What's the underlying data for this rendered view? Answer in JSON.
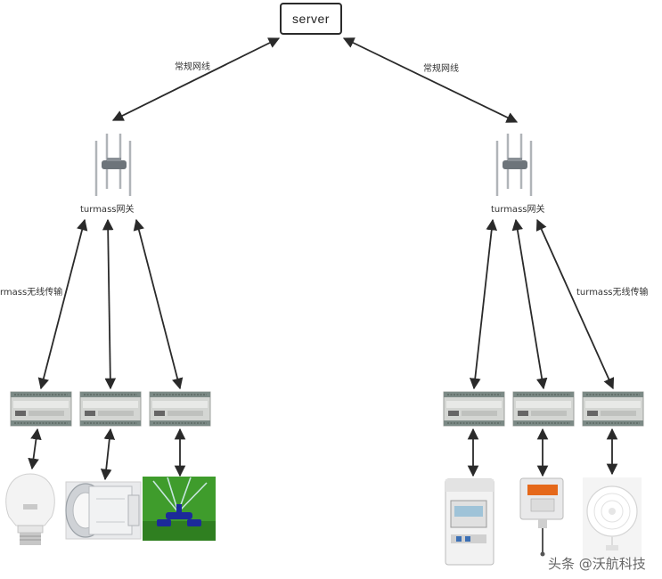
{
  "server": {
    "label": "server"
  },
  "links": {
    "wired_left": "常规网线",
    "wired_right": "常规网线"
  },
  "gateways": [
    {
      "label": "turmass网关"
    },
    {
      "label": "turmass网关"
    }
  ],
  "wireless": {
    "left": "rmass无线传输",
    "right": "turmass无线传输"
  },
  "watermark": "头条 @沃航科技",
  "colors": {
    "line": "#2a2a2a",
    "module": "#d4d6d3",
    "lawn": "#3f9c2c",
    "panel": "#f4f4f4"
  }
}
